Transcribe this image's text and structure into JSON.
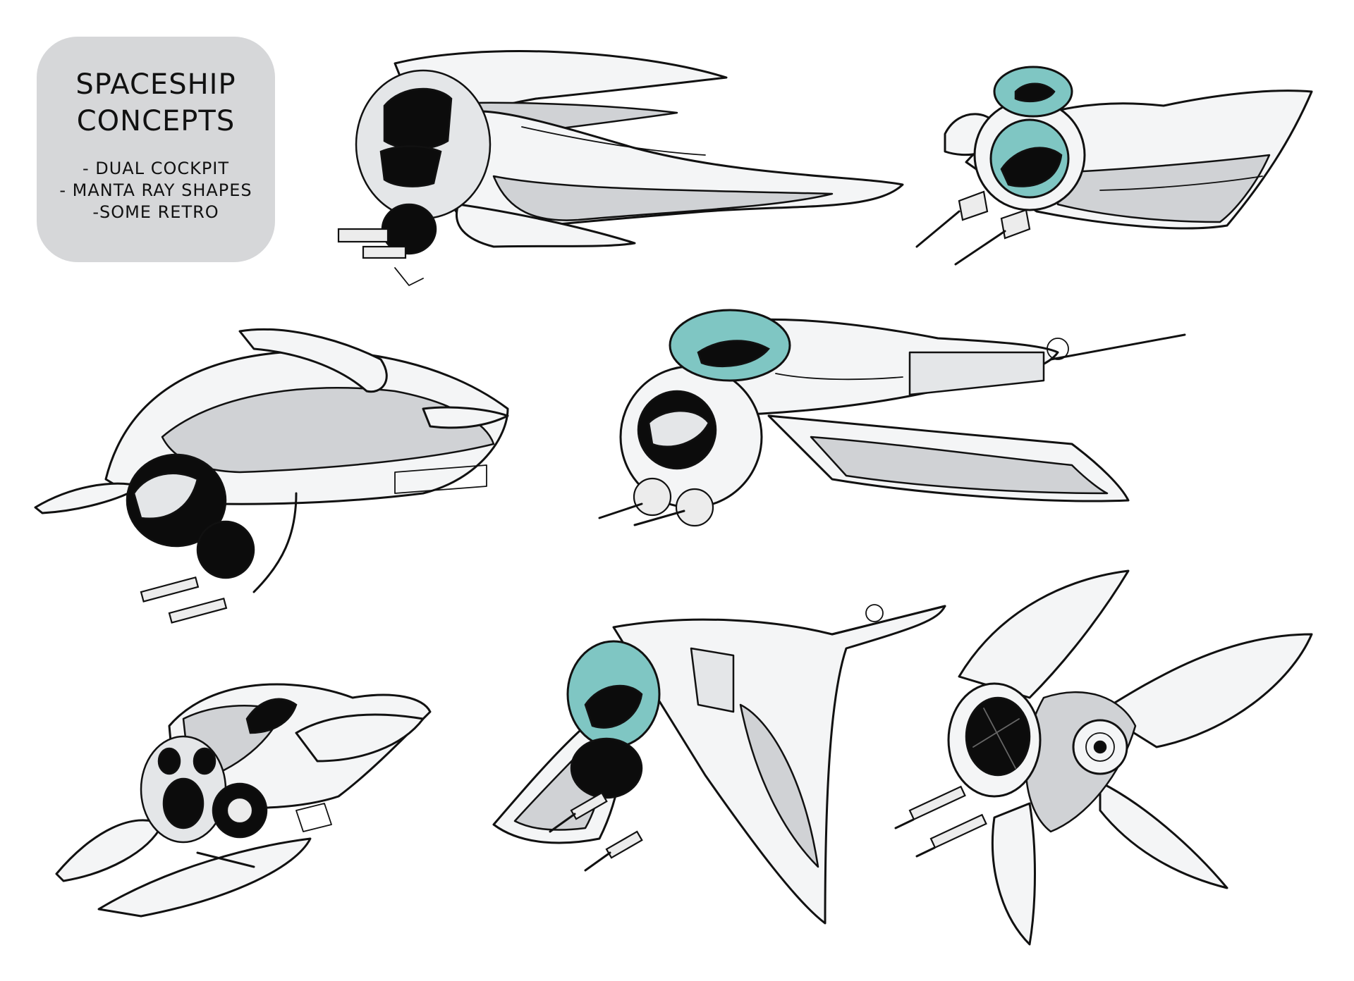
{
  "title_card": {
    "title_lines": [
      "SPACESHIP",
      "CONCEPTS"
    ],
    "notes": [
      "- DUAL COCKPIT",
      "- MANTA RAY SHAPES",
      "-SOME RETRO"
    ]
  },
  "colors": {
    "card_background": "#d6d7d9",
    "canopy_tint": "#7fc6c3",
    "hull_shade": "#d0d2d5",
    "ink": "#111111"
  }
}
